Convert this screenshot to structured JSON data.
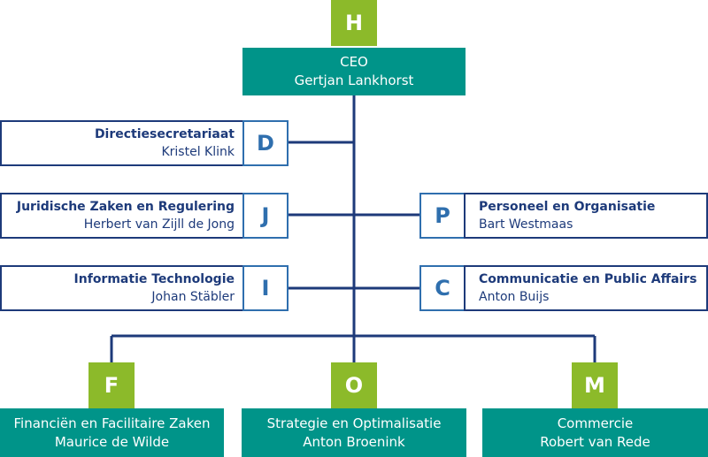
{
  "head": {
    "letter": "H",
    "title": "CEO",
    "name": "Gertjan Lankhorst"
  },
  "staff_left": [
    {
      "letter": "D",
      "title": "Directiesecretariaat",
      "name": "Kristel Klink"
    },
    {
      "letter": "J",
      "title": "Juridische Zaken en Regulering",
      "name": "Herbert van Zijll de Jong"
    },
    {
      "letter": "I",
      "title": "Informatie Technologie",
      "name": "Johan Stäbler"
    }
  ],
  "staff_right": [
    {
      "letter": "P",
      "title": "Personeel en Organisatie",
      "name": "Bart Westmaas"
    },
    {
      "letter": "C",
      "title": "Communicatie en Public Affairs",
      "name": "Anton Buijs"
    }
  ],
  "divisions": [
    {
      "letter": "F",
      "title": "Financiën en Facilitaire Zaken",
      "name": "Maurice de Wilde"
    },
    {
      "letter": "O",
      "title": "Strategie en Optimalisatie",
      "name": "Anton Broenink"
    },
    {
      "letter": "M",
      "title": "Commercie",
      "name": "Robert van Rede"
    }
  ],
  "colors": {
    "accent_green": "#8cba2a",
    "teal": "#009489",
    "navy": "#1d3a7a",
    "letter_blue": "#2f6fae"
  }
}
